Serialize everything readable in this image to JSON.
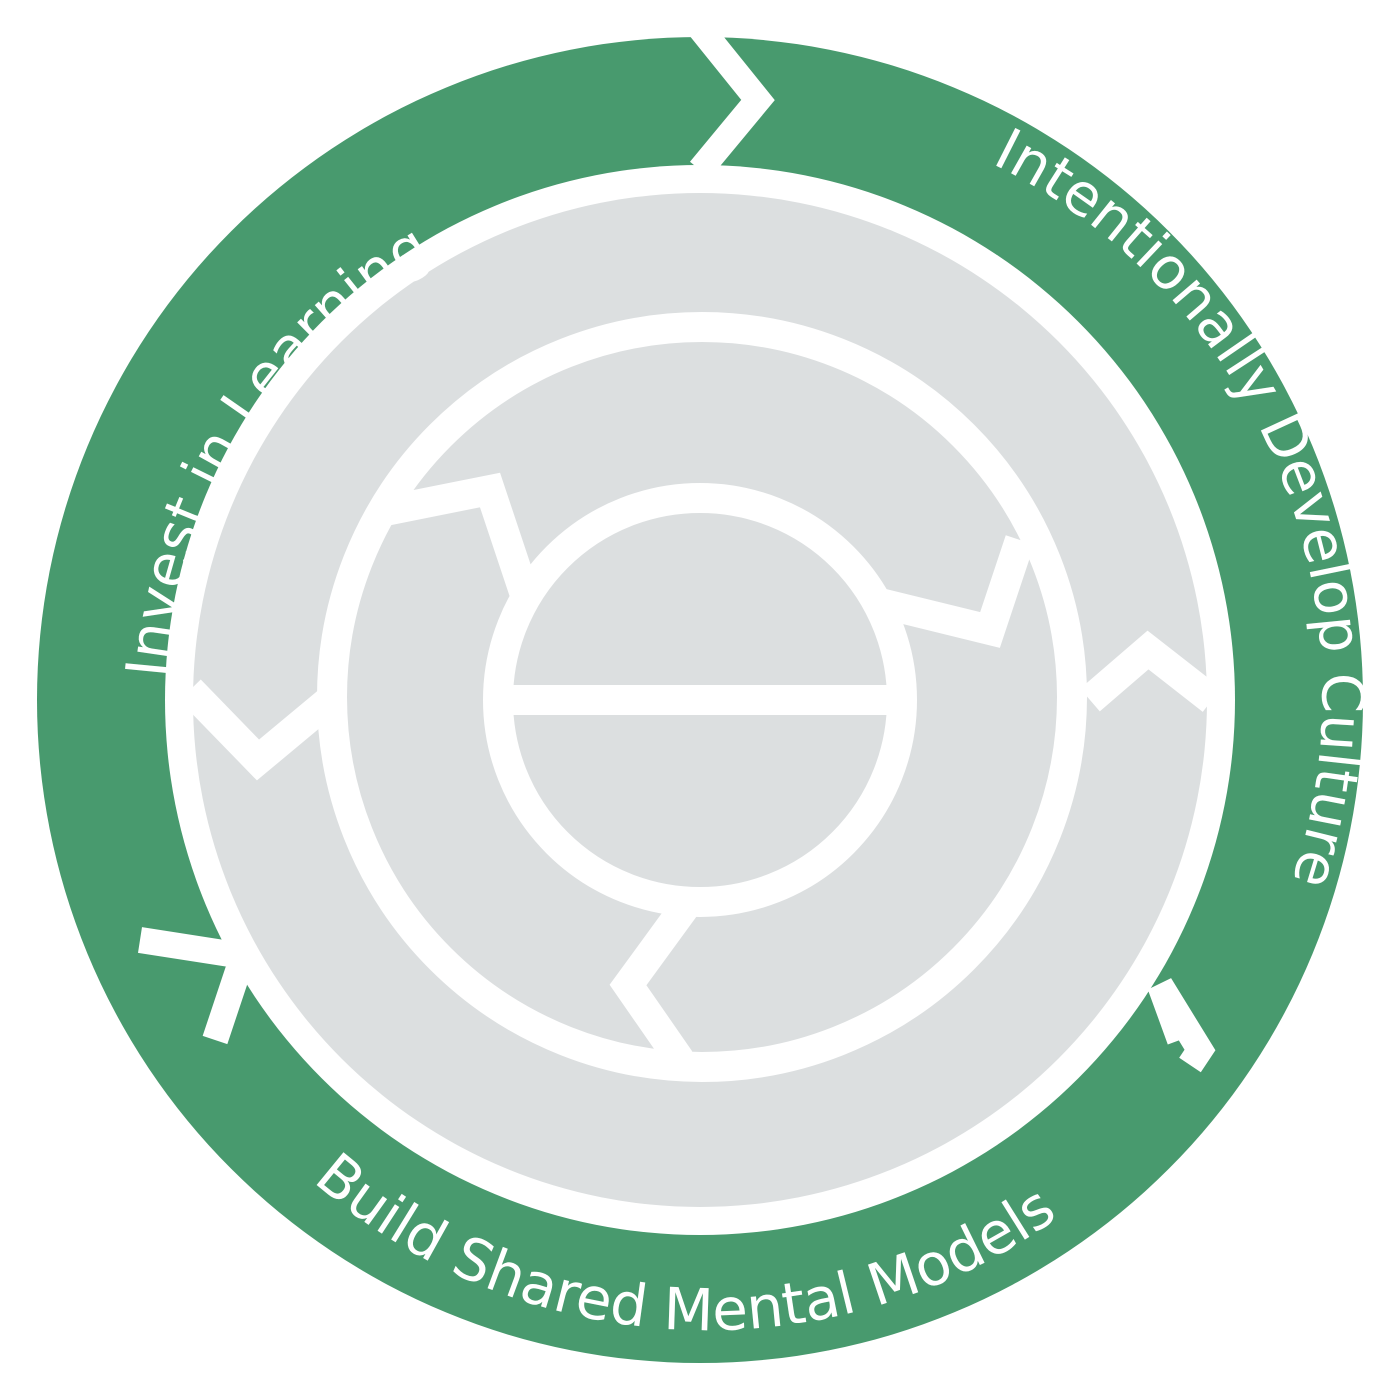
{
  "colors": {
    "outer_ring": "#489a6e",
    "inner_fill": "#dcdfe0",
    "line": "#ffffff",
    "background": "#ffffff"
  },
  "segments": [
    {
      "id": "invest",
      "label": "Invest in Learning"
    },
    {
      "id": "culture",
      "label": "Intentionally Develop Culture"
    },
    {
      "id": "models",
      "label": "Build Shared Mental Models"
    }
  ]
}
